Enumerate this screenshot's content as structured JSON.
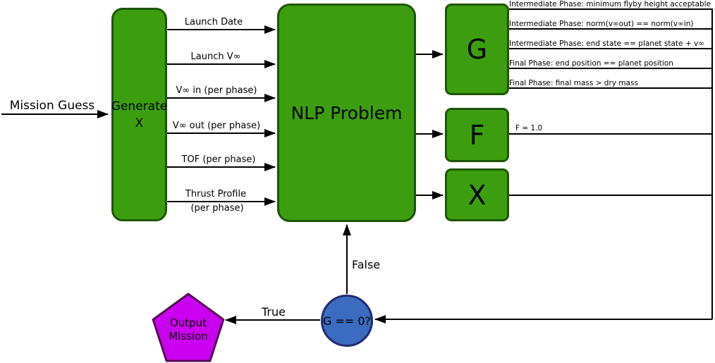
{
  "diagram": {
    "mission_guess_label": "Mission Guess",
    "generate_box": {
      "line1": "Generate",
      "line2": "X"
    },
    "nlp_box": {
      "label": "NLP Problem"
    },
    "inputs": [
      {
        "label": "Launch Date"
      },
      {
        "label": "Launch V∞"
      },
      {
        "label": "V∞ in (per phase)"
      },
      {
        "label": "V∞ out (per phase)"
      },
      {
        "label": "TOF (per phase)"
      },
      {
        "label": "Thrust Profile",
        "label2": "(per phase)"
      }
    ],
    "outputs": {
      "g": "G",
      "f": "F",
      "x": "X"
    },
    "constraints": [
      "Intermediate Phase: minimum flyby height acceptable",
      "Intermediate Phase: norm(v∞out) == norm(v∞in)",
      "Intermediate Phase: end state == planet state + v∞",
      "Final Phase: end position == planet position",
      "Final Phase: final mass > dry mass"
    ],
    "objective_label": "F = 1.0",
    "decision": {
      "label": "G == 0?",
      "true_label": "True",
      "false_label": "False"
    },
    "output_mission": {
      "line1": "Output",
      "line2": "Mission"
    }
  },
  "colors": {
    "box_fill": "#3c9e0f",
    "box_stroke": "#1d5502",
    "circle_fill": "#3b6cbf",
    "circle_stroke": "#232a70",
    "pentagon_fill": "#cc00f0",
    "pentagon_stroke": "#550855",
    "line": "#000000"
  }
}
